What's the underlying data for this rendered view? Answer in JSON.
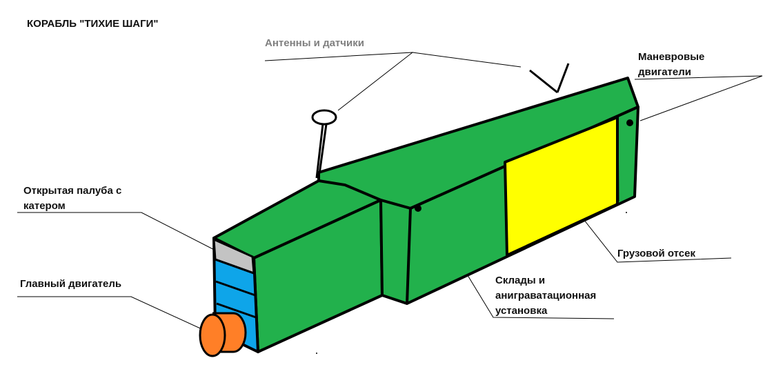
{
  "title": "КОРАБЛЬ \"ТИХИЕ ШАГИ\"",
  "labels": {
    "antennas": "Антенны и датчики",
    "maneuver_engines": "Маневровые\nдвигатели",
    "open_deck": "Открытая палуба с\nкатером",
    "main_engine": "Главный двигатель",
    "cargo_bay": "Грузовой отсек",
    "storage": "Склады и\nаниграватационная\nустановка"
  },
  "colors": {
    "hull": "#22b14c",
    "cargo": "#ffff00",
    "bays": "#0ea5e9",
    "deck": "#c3c3c3",
    "engine": "#ff7f27",
    "outline": "#000000",
    "antenna_label": "#7f7f7f",
    "leader": "#000000"
  }
}
